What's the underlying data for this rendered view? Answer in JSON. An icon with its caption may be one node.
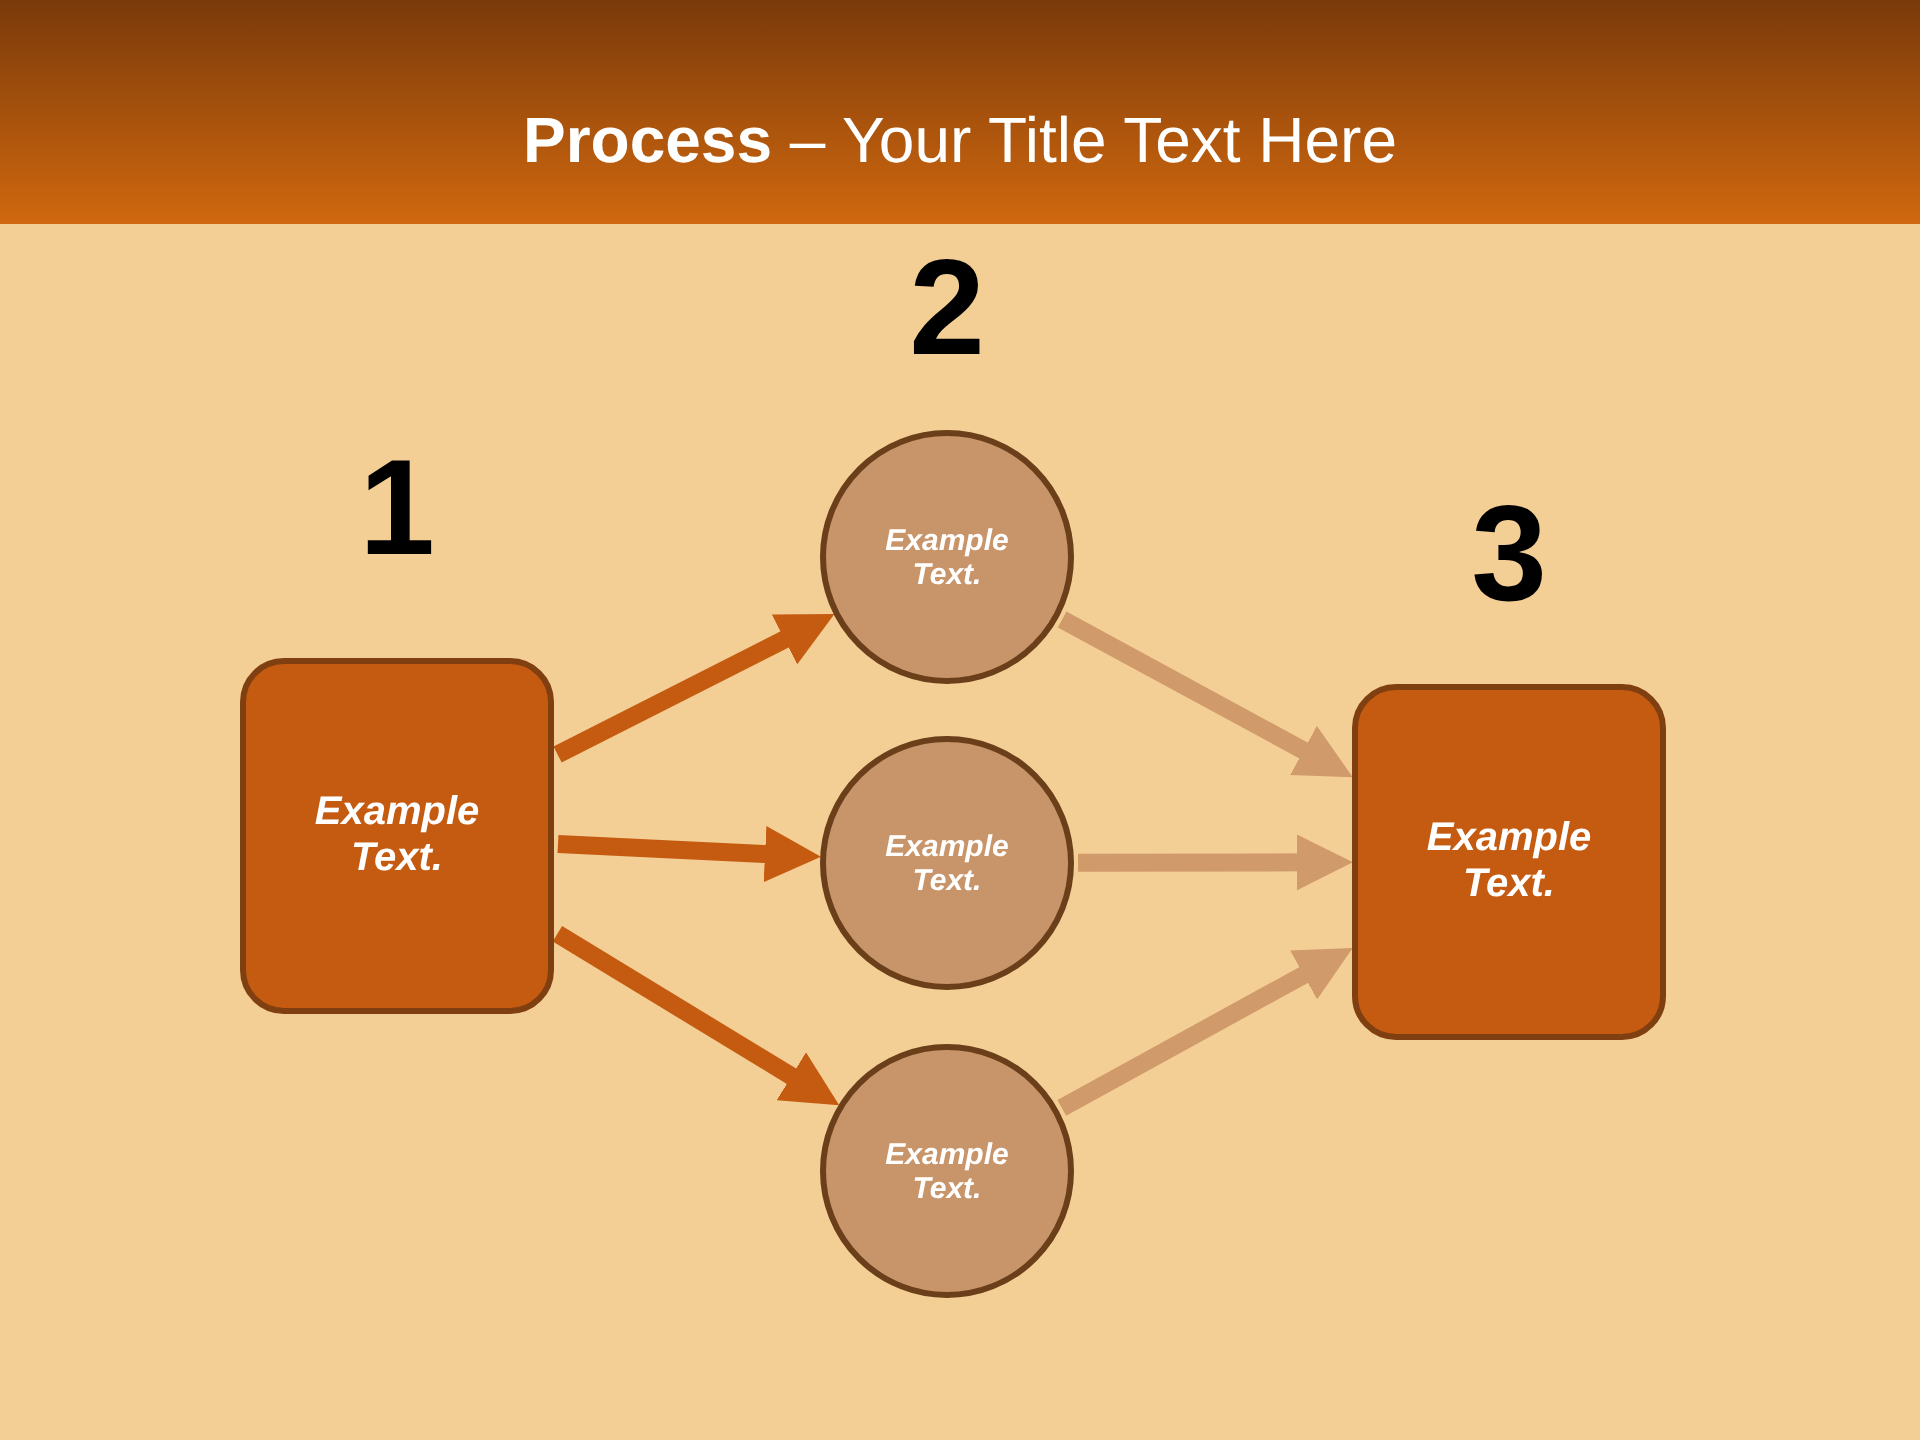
{
  "diagram": {
    "title": "**Process** – Your Title Text Here",
    "nodes": [
      {
        "text": [
          "Example Text."
        ],
        "beside": [
          "1"
        ]
      },
      {
        "text": [
          "Example Text."
        ],
        "beside": [
          "2"
        ]
      },
      {
        "text": [
          "Example Text."
        ]
      },
      {
        "text": [
          "Example Text."
        ]
      },
      {
        "text": [
          "Example Text."
        ],
        "beside": [
          "3"
        ]
      }
    ],
    "edges": [
      {
        "from": 0,
        "to": 1,
        "arrow": "to"
      },
      {
        "from": 0,
        "to": 2,
        "arrow": "to"
      },
      {
        "from": 0,
        "to": 3,
        "arrow": "to"
      },
      {
        "from": 1,
        "to": 4,
        "arrow": "to",
        "color": "#d09a6a"
      },
      {
        "from": 2,
        "to": 4,
        "arrow": "to",
        "color": "#d09a6a"
      },
      {
        "from": 3,
        "to": 4,
        "arrow": "to",
        "color": "#d09a6a"
      }
    ]
  }
}
